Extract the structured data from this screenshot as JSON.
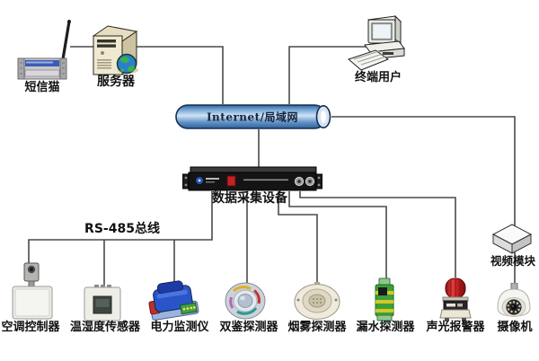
{
  "nodes": {
    "sms_modem": {
      "label": "短信猫",
      "icon": "sms-modem-icon"
    },
    "server": {
      "label": "服务器",
      "icon": "server-tower-icon"
    },
    "terminal_user": {
      "label": "终端用户",
      "icon": "desktop-computer-icon"
    },
    "network": {
      "label": "Internet/局域网",
      "icon": "network-pipe-icon"
    },
    "daq_device": {
      "label": "数据采集设备",
      "icon": "rack-device-icon"
    },
    "rs485_bus": {
      "label": "RS-485总线"
    },
    "video_module": {
      "label": "视频模块",
      "icon": "video-module-icon"
    },
    "ac_controller": {
      "label": "空调控制器",
      "icon": "ac-controller-icon"
    },
    "temp_humidity_sensor": {
      "label": "温湿度传感器",
      "icon": "temp-humidity-sensor-icon"
    },
    "power_monitor": {
      "label": "电力监测仪",
      "icon": "power-monitor-icon"
    },
    "dual_detector": {
      "label": "双鉴探测器",
      "icon": "dual-detector-icon"
    },
    "smoke_detector": {
      "label": "烟雾探测器",
      "icon": "smoke-detector-icon"
    },
    "water_leak_detector": {
      "label": "漏水探测器",
      "icon": "water-leak-detector-icon"
    },
    "sound_light_alarm": {
      "label": "声光报警器",
      "icon": "sound-light-alarm-icon"
    },
    "camera": {
      "label": "摄像机",
      "icon": "dome-camera-icon"
    }
  },
  "colors": {
    "connector_line": "#4a4a4a",
    "label_text": "#111111",
    "network_pipe_border": "#13304f",
    "network_pipe_dark": "#2f6399",
    "network_pipe_light": "#cfe3f6",
    "network_text": "#16243e",
    "daq_body": "#141414",
    "daq_button_red": "#c42222",
    "alarm_red": "#c32020",
    "leak_green": "#3ba03b",
    "power_blue": "#2a55c8",
    "server_beige": "#f0e9d2"
  }
}
